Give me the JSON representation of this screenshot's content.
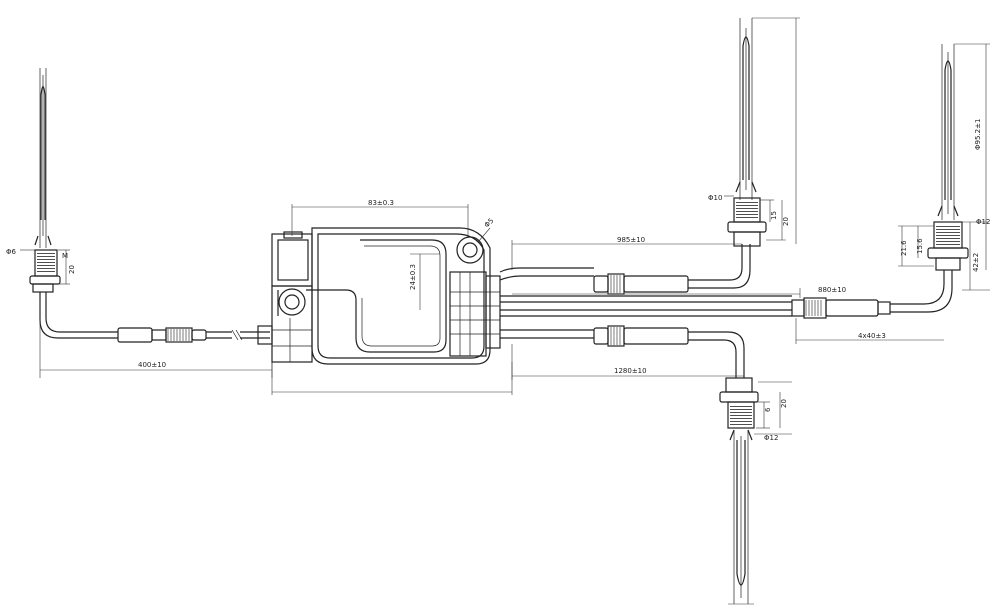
{
  "colors": {
    "line": "#222222",
    "background": "#ffffff"
  },
  "dimensions": {
    "module_width": "83±0.3",
    "module_height": "24±0.3",
    "mount_hole": "Φ5",
    "cable_left": "400±10",
    "cable_top_right": "985±10",
    "cable_right": "880±10",
    "cable_right_end": "4x40±3",
    "cable_bottom": "1280±10",
    "probe_left_dia": "Φ6",
    "probe_left_len": "20",
    "probe_left_nut": "M",
    "probe_top_dia": "Φ10",
    "probe_top_a": "15",
    "probe_top_b": "20",
    "probe_right_len": "Φ95.2±1",
    "probe_right_dia": "Φ12",
    "probe_right_a": "21.6",
    "probe_right_b": "15.6",
    "probe_right_c": "42±2",
    "probe_bottom_a": "6",
    "probe_bottom_b": "20",
    "probe_bottom_dia": "Φ12"
  }
}
